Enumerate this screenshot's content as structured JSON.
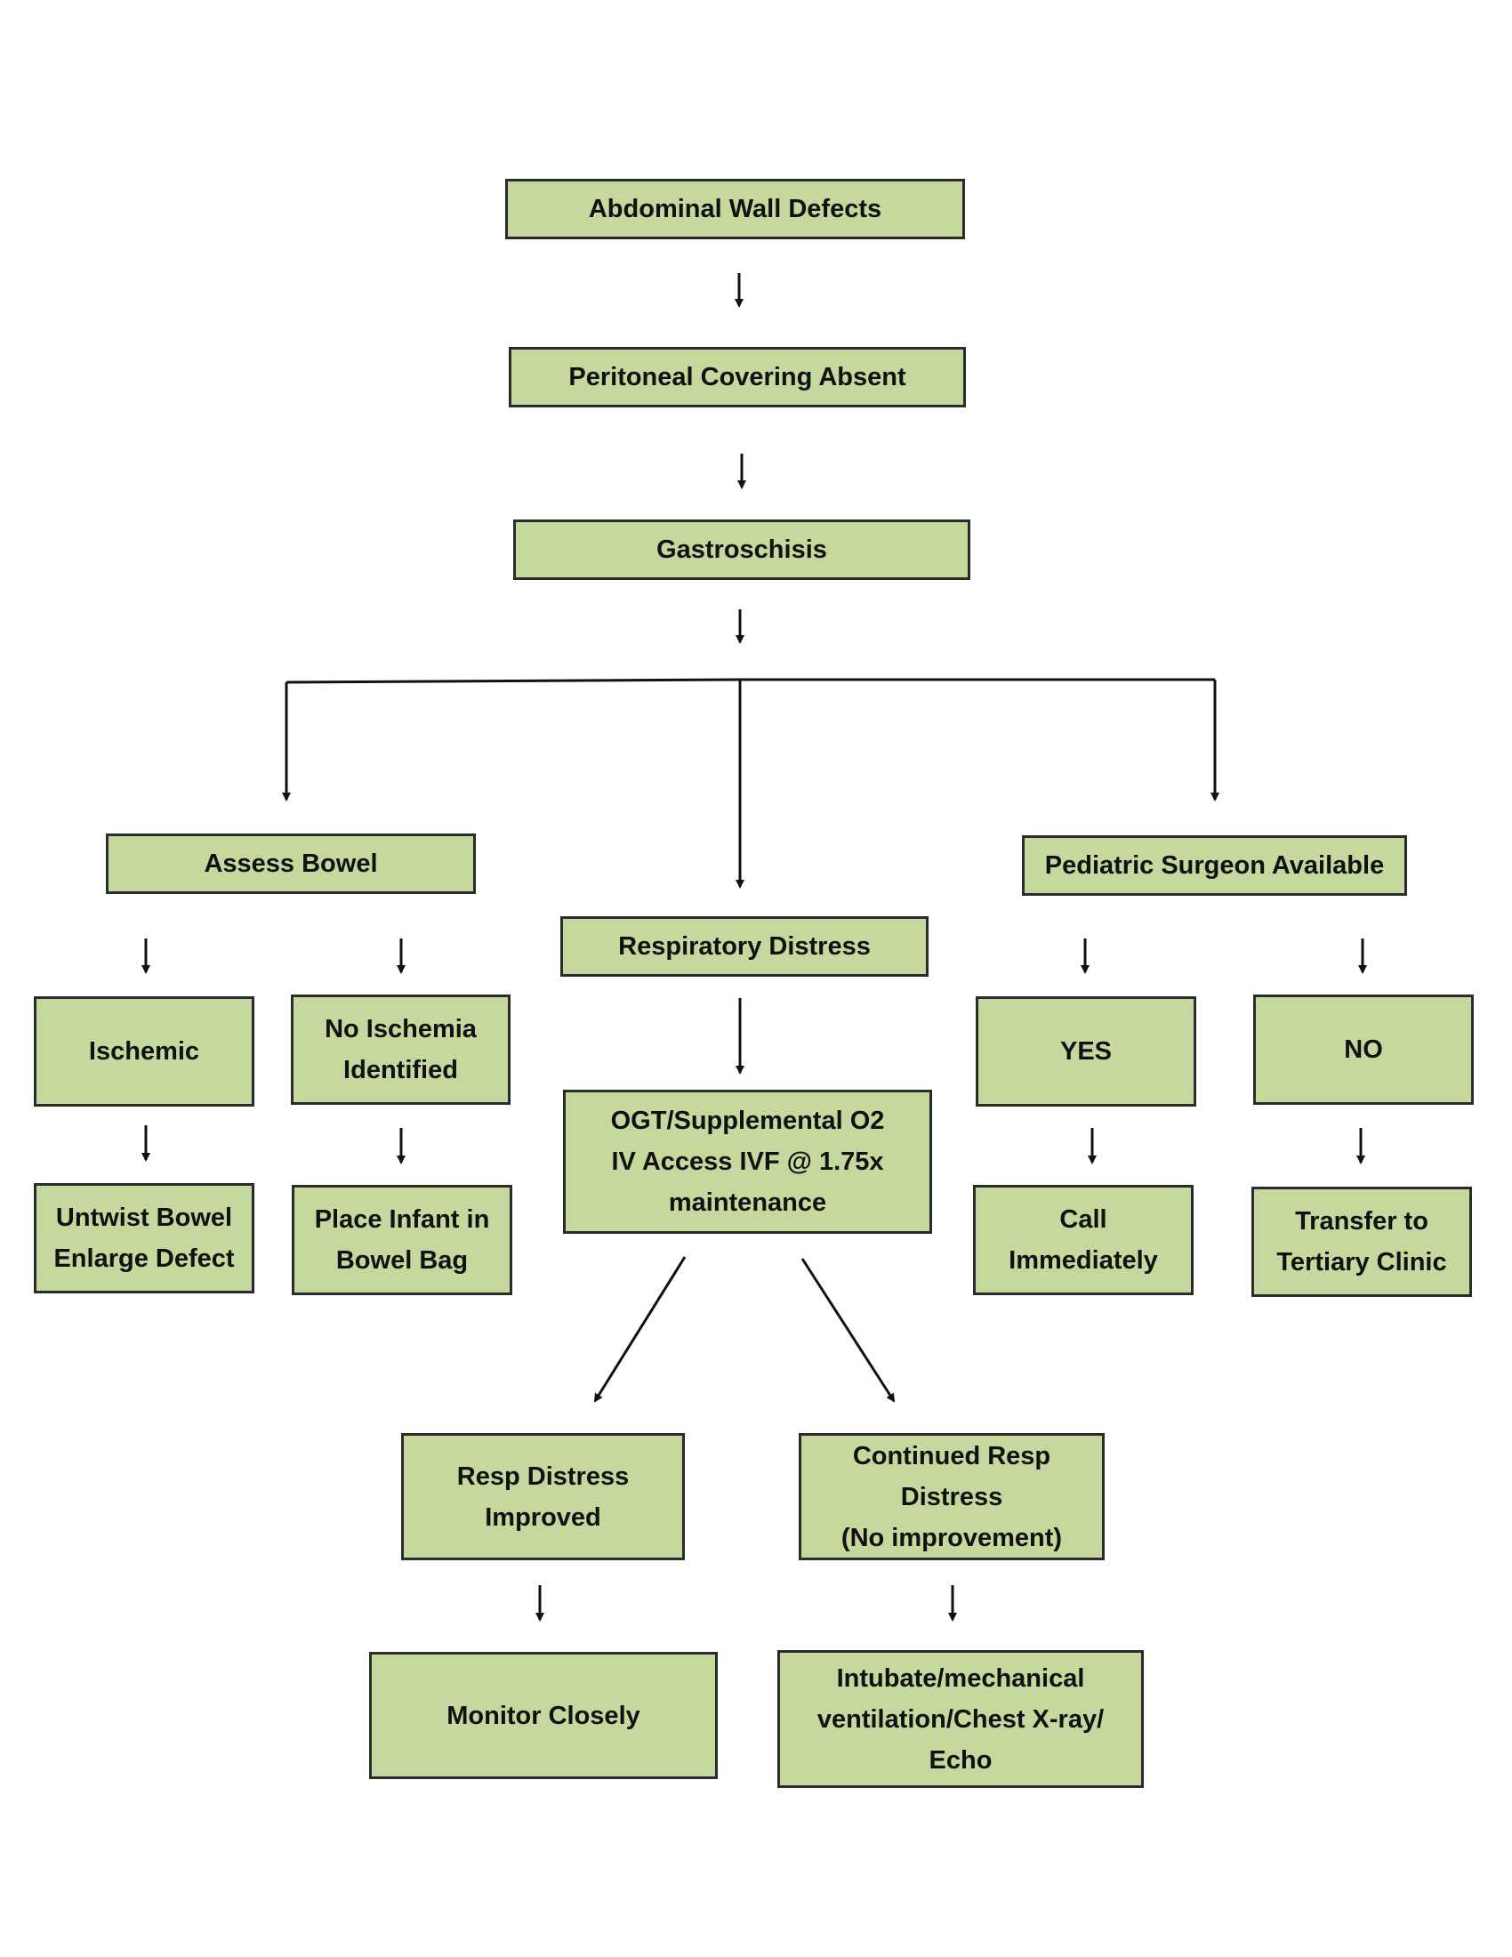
{
  "diagram": {
    "style": {
      "box_fill": "#c5d89d",
      "box_border": "#2b2b2b",
      "arrow_color": "#111111",
      "text_color": "#111111"
    },
    "nodes": [
      {
        "id": "abdominal-wall-defects",
        "lines": [
          "Abdominal Wall Defects"
        ]
      },
      {
        "id": "peritoneal-covering-absent",
        "lines": [
          "Peritoneal Covering Absent"
        ]
      },
      {
        "id": "gastroschisis",
        "lines": [
          "Gastroschisis"
        ]
      },
      {
        "id": "assess-bowel",
        "lines": [
          "Assess Bowel"
        ]
      },
      {
        "id": "respiratory-distress",
        "lines": [
          "Respiratory Distress"
        ]
      },
      {
        "id": "pediatric-surgeon-available",
        "lines": [
          "Pediatric Surgeon Available"
        ]
      },
      {
        "id": "ischemic",
        "lines": [
          "Ischemic"
        ]
      },
      {
        "id": "no-ischemia-identified",
        "lines": [
          "No Ischemia",
          "Identified"
        ]
      },
      {
        "id": "yes",
        "lines": [
          "YES"
        ]
      },
      {
        "id": "no",
        "lines": [
          "NO"
        ]
      },
      {
        "id": "ogt-supplemental-o2",
        "lines": [
          "OGT/Supplemental O2",
          "IV Access IVF @ 1.75x",
          "maintenance"
        ]
      },
      {
        "id": "untwist-bowel",
        "lines": [
          "Untwist Bowel",
          "Enlarge Defect"
        ]
      },
      {
        "id": "place-infant-bowel-bag",
        "lines": [
          "Place Infant in",
          "Bowel Bag"
        ]
      },
      {
        "id": "call-immediately",
        "lines": [
          "Call",
          "Immediately"
        ]
      },
      {
        "id": "transfer-tertiary-clinic",
        "lines": [
          "Transfer to",
          "Tertiary Clinic"
        ]
      },
      {
        "id": "resp-distress-improved",
        "lines": [
          "Resp Distress",
          "Improved"
        ]
      },
      {
        "id": "continued-resp-distress",
        "lines": [
          "Continued Resp",
          "Distress",
          "(No improvement)"
        ]
      },
      {
        "id": "monitor-closely",
        "lines": [
          "Monitor Closely"
        ]
      },
      {
        "id": "intubate",
        "lines": [
          "Intubate/mechanical",
          "ventilation/Chest X-ray/",
          "Echo"
        ]
      }
    ],
    "edges": [
      {
        "from": "abdominal-wall-defects",
        "to": "peritoneal-covering-absent"
      },
      {
        "from": "peritoneal-covering-absent",
        "to": "gastroschisis"
      },
      {
        "from": "gastroschisis",
        "to": "assess-bowel"
      },
      {
        "from": "gastroschisis",
        "to": "respiratory-distress"
      },
      {
        "from": "gastroschisis",
        "to": "pediatric-surgeon-available"
      },
      {
        "from": "assess-bowel",
        "to": "ischemic"
      },
      {
        "from": "assess-bowel",
        "to": "no-ischemia-identified"
      },
      {
        "from": "ischemic",
        "to": "untwist-bowel"
      },
      {
        "from": "no-ischemia-identified",
        "to": "place-infant-bowel-bag"
      },
      {
        "from": "respiratory-distress",
        "to": "ogt-supplemental-o2"
      },
      {
        "from": "ogt-supplemental-o2",
        "to": "resp-distress-improved"
      },
      {
        "from": "ogt-supplemental-o2",
        "to": "continued-resp-distress"
      },
      {
        "from": "resp-distress-improved",
        "to": "monitor-closely"
      },
      {
        "from": "continued-resp-distress",
        "to": "intubate"
      },
      {
        "from": "pediatric-surgeon-available",
        "to": "yes"
      },
      {
        "from": "pediatric-surgeon-available",
        "to": "no"
      },
      {
        "from": "yes",
        "to": "call-immediately"
      },
      {
        "from": "no",
        "to": "transfer-tertiary-clinic"
      }
    ]
  }
}
